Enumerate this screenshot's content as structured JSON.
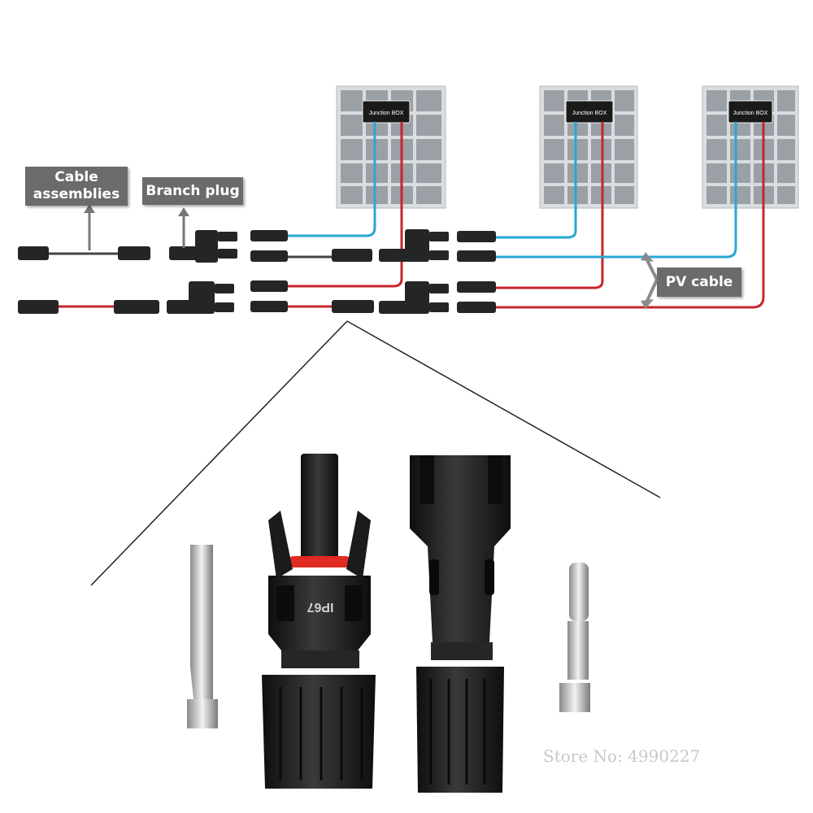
{
  "labels": {
    "cable_assemblies_line1": "Cable",
    "cable_assemblies_line2": "assemblies",
    "branch_plug": "Branch plug",
    "pv_cable": "PV cable"
  },
  "junction_box_text": "Junction BOX",
  "connector_marking": "IP67",
  "watermark": "Store No: 4990227",
  "colors": {
    "blue_wire": "#2aa7d3",
    "red_wire": "#c7262c",
    "label_bg": "#6b6b6b",
    "panel_cell": "#9aa0a6",
    "connector_body": "#1c1c1c"
  }
}
